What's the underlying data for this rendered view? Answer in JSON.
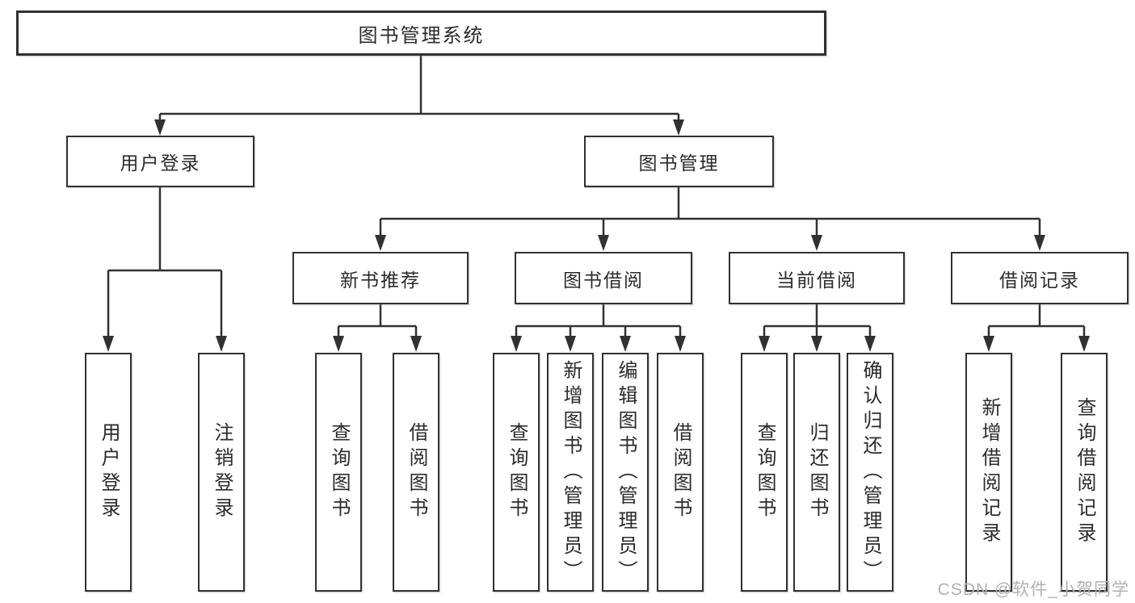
{
  "diagram": {
    "tree": {
      "root": {
        "label": "图书管理系统",
        "children": [
          {
            "label": "用户登录",
            "children": [
              {
                "label": "用户登录"
              },
              {
                "label": "注销登录"
              }
            ]
          },
          {
            "label": "图书管理",
            "children": [
              {
                "label": "新书推荐",
                "children": [
                  {
                    "label": "查询图书"
                  },
                  {
                    "label": "借阅图书"
                  }
                ]
              },
              {
                "label": "图书借阅",
                "children": [
                  {
                    "label": "查询图书"
                  },
                  {
                    "label": "新增图书（管理员）"
                  },
                  {
                    "label": "编辑图书（管理员）"
                  },
                  {
                    "label": "借阅图书"
                  }
                ]
              },
              {
                "label": "当前借阅",
                "children": [
                  {
                    "label": "查询图书"
                  },
                  {
                    "label": "归还图书"
                  },
                  {
                    "label": "确认归还（管理员）"
                  }
                ]
              },
              {
                "label": "借阅记录",
                "children": [
                  {
                    "label": "新增借阅记录"
                  },
                  {
                    "label": "查询借阅记录"
                  }
                ]
              }
            ]
          }
        ]
      }
    },
    "colors": {
      "line": "#313131",
      "box_border": "#313131",
      "text": "#2b2b2b",
      "background": "#ffffff",
      "watermark": "#b3b0b0"
    },
    "watermark": {
      "text": "CSDN @软件_小贺同学"
    }
  }
}
